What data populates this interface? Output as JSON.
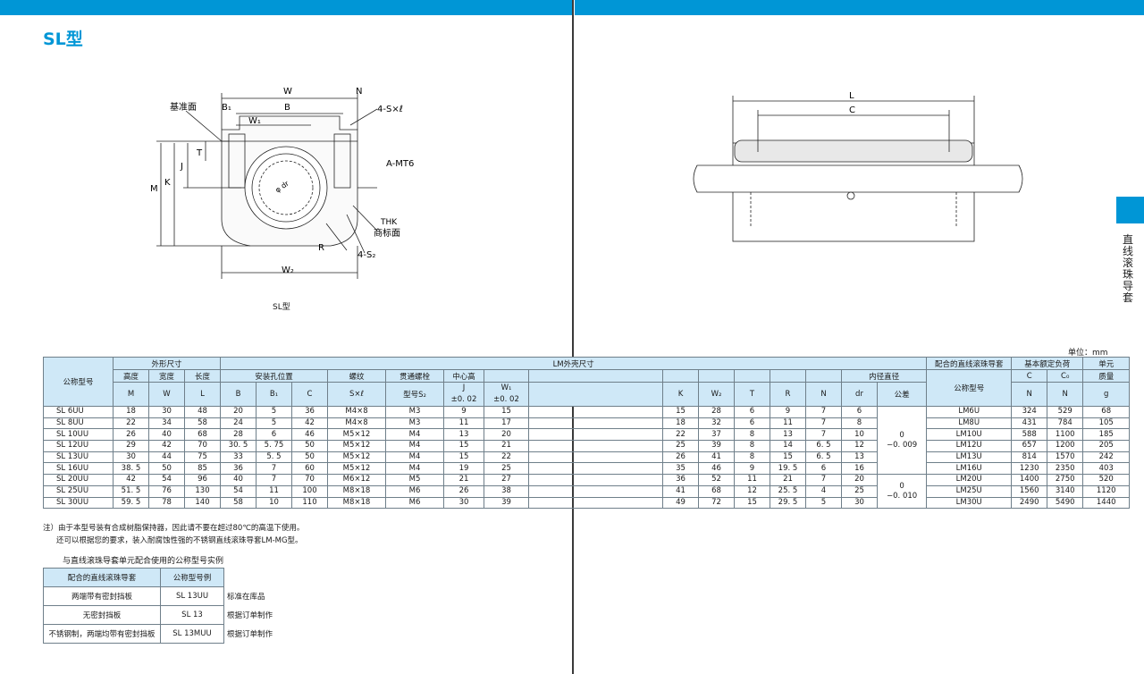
{
  "title": "SL型",
  "caption": "SL型",
  "side_label": "直线滚珠导套",
  "unit_label": "单位：mm",
  "diagram_labels": {
    "W": "W",
    "N": "N",
    "base": "基准面",
    "B1": "B₁",
    "B": "B",
    "W1": "W₁",
    "holes": "4-S×ℓ",
    "T": "T",
    "J": "J",
    "K": "K",
    "M": "M",
    "amt": "A-MT6",
    "dr": "φ dr",
    "thk": "THK",
    "brand": "商标面",
    "S2": "4-S₂",
    "R": "R",
    "W2": "W₂",
    "L": "L",
    "C": "C"
  },
  "table_headers": {
    "model": "公称型号",
    "outer": "外形尺寸",
    "housing": "LM外壳尺寸",
    "height": "高度",
    "width": "宽度",
    "length": "长度",
    "mount": "安装孔位置",
    "thread": "螺纹",
    "through": "贯通螺栓",
    "center": "中心高",
    "inner": "内径直径",
    "tol": "公差",
    "match": "配合的直线滚珠导套",
    "match_model": "公称型号",
    "rating": "基本额定负荷",
    "mass_top": "单元",
    "mass_bottom": "质量",
    "M": "M",
    "W": "W",
    "L": "L",
    "B": "B",
    "B1": "B₁",
    "C": "C",
    "SxL": "S×ℓ",
    "S2": "型号S₂",
    "J": "J",
    "J_tol": "±0. 02",
    "W1": "W₁",
    "W1_tol": "±0. 02",
    "K": "K",
    "W2": "W₂",
    "T": "T",
    "R": "R",
    "N": "N",
    "dr": "dr",
    "Cd": "C",
    "C0": "C₀",
    "Cn": "N",
    "C0n": "N",
    "g": "g"
  },
  "tolerances": {
    "a1": "0",
    "a2": "−0. 009",
    "b1": "0",
    "b2": "−0. 010"
  },
  "rows": [
    [
      "SL  6UU",
      "18",
      "30",
      "48",
      "20",
      "5",
      "36",
      "M4×8",
      "M3",
      "9",
      "15",
      "15",
      "28",
      "6",
      "9",
      "7",
      "6",
      "LM6U",
      "324",
      "529",
      "68"
    ],
    [
      "SL  8UU",
      "22",
      "34",
      "58",
      "24",
      "5",
      "42",
      "M4×8",
      "M3",
      "11",
      "17",
      "18",
      "32",
      "6",
      "11",
      "7",
      "8",
      "LM8U",
      "431",
      "784",
      "105"
    ],
    [
      "SL  10UU",
      "26",
      "40",
      "68",
      "28",
      "6",
      "46",
      "M5×12",
      "M4",
      "13",
      "20",
      "22",
      "37",
      "8",
      "13",
      "7",
      "10",
      "LM10U",
      "588",
      "1100",
      "185"
    ],
    [
      "SL  12UU",
      "29",
      "42",
      "70",
      "30. 5",
      "5. 75",
      "50",
      "M5×12",
      "M4",
      "15",
      "21",
      "25",
      "39",
      "8",
      "14",
      "6. 5",
      "12",
      "LM12U",
      "657",
      "1200",
      "205"
    ],
    [
      "SL  13UU",
      "30",
      "44",
      "75",
      "33",
      "5. 5",
      "50",
      "M5×12",
      "M4",
      "15",
      "22",
      "26",
      "41",
      "8",
      "15",
      "6. 5",
      "13",
      "LM13U",
      "814",
      "1570",
      "242"
    ],
    [
      "SL  16UU",
      "38. 5",
      "50",
      "85",
      "36",
      "7",
      "60",
      "M5×12",
      "M4",
      "19",
      "25",
      "35",
      "46",
      "9",
      "19. 5",
      "6",
      "16",
      "LM16U",
      "1230",
      "2350",
      "403"
    ],
    [
      "SL  20UU",
      "42",
      "54",
      "96",
      "40",
      "7",
      "70",
      "M6×12",
      "M5",
      "21",
      "27",
      "36",
      "52",
      "11",
      "21",
      "7",
      "20",
      "LM20U",
      "1400",
      "2750",
      "520"
    ],
    [
      "SL  25UU",
      "51. 5",
      "76",
      "130",
      "54",
      "11",
      "100",
      "M8×18",
      "M6",
      "26",
      "38",
      "41",
      "68",
      "12",
      "25. 5",
      "4",
      "25",
      "LM25U",
      "1560",
      "3140",
      "1120"
    ],
    [
      "SL  30UU",
      "59. 5",
      "78",
      "140",
      "58",
      "10",
      "110",
      "M8×18",
      "M6",
      "30",
      "39",
      "49",
      "72",
      "15",
      "29. 5",
      "5",
      "30",
      "LM30U",
      "2490",
      "5490",
      "1440"
    ]
  ],
  "notes": {
    "line1": "注）由于本型号装有合成树脂保持器，因此请不要在超过80℃的高温下使用。",
    "line2": "还可以根据您的要求，装入耐腐蚀性强的不锈钢直线滚珠导套LM-MG型。"
  },
  "combo": {
    "title": "与直线滚珠导套单元配合使用的公称型号实例",
    "headers": [
      "配合的直线滚珠导套",
      "公称型号例"
    ],
    "rows": [
      [
        "两端带有密封挡板",
        "SL  13UU",
        "标准在库品"
      ],
      [
        "无密封挡板",
        "SL  13",
        "根据订单制作"
      ],
      [
        "不锈钢制，两端均带有密封挡板",
        "SL  13MUU",
        "根据订单制作"
      ]
    ]
  },
  "colors": {
    "accent": "#0096d6",
    "header_bg": "#cfe8f7"
  }
}
